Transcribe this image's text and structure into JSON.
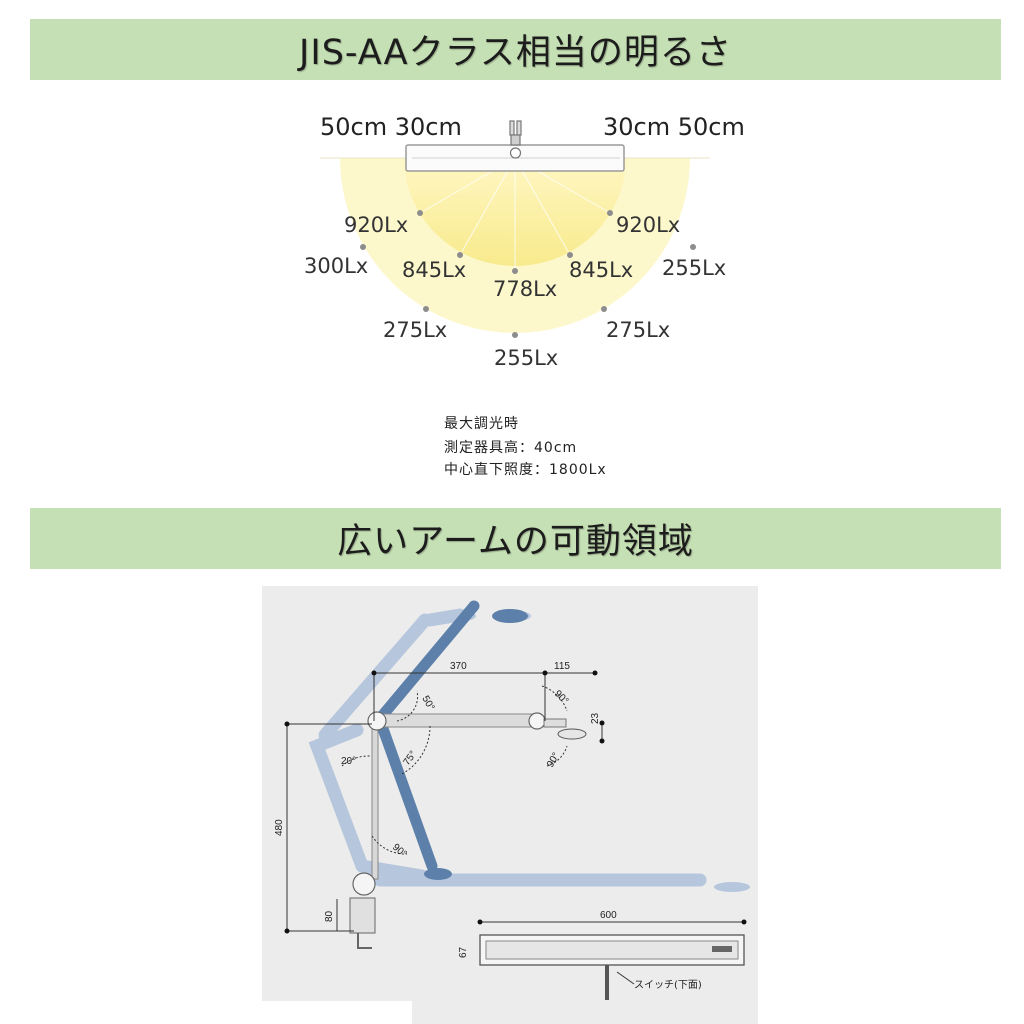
{
  "sections": {
    "brightness_title": "JIS-AAクラス相当の明るさ",
    "arm_title": "広いアームの可動領域"
  },
  "lux_diagram": {
    "dist_left": "50cm 30cm",
    "dist_right": "30cm 50cm",
    "readings": {
      "inner_left_upper": "920Lx",
      "inner_right_upper": "920Lx",
      "outer_left_upper": "300Lx",
      "outer_right_upper": "255Lx",
      "inner_left_lower": "845Lx",
      "inner_right_lower": "845Lx",
      "center_inner": "778Lx",
      "outer_left_lower": "275Lx",
      "outer_right_lower": "275Lx",
      "center_outer": "255Lx"
    },
    "notes": {
      "mode": "最大調光時",
      "height": "測定器具高：40cm",
      "center": "中心直下照度：1800Lx"
    },
    "colors": {
      "inner_fill": "#fbef9c",
      "outer_fill": "#fdf8c8",
      "point": "#8d8d8d"
    }
  },
  "arm_diagram": {
    "dimensions": {
      "arm_length": "370",
      "head_offset": "115",
      "height": "480",
      "base": "80",
      "head_drop": "23",
      "bar_length": "600",
      "bar_height": "67"
    },
    "angles": {
      "upper": "50°",
      "head": "90°",
      "elbow": "75°",
      "swing": "20°",
      "base": "90°",
      "rotate": "90°"
    },
    "switch_label": "スイッチ(下面)",
    "colors": {
      "panel": "#ececec",
      "arm_dark": "#5a7da8",
      "arm_light": "#aebfd6"
    }
  }
}
